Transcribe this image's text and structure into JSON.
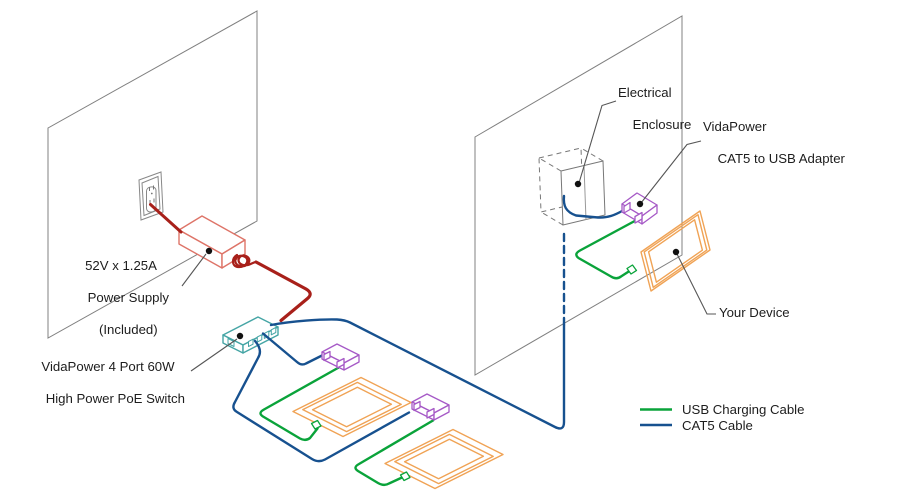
{
  "labels": {
    "power_supply": {
      "line1": "52V x 1.25A",
      "line2": "Power Supply",
      "line3": "(Included)"
    },
    "poe_switch": {
      "line1": "VidaPower 4 Port 60W",
      "line2": "High Power PoE Switch"
    },
    "enclosure": {
      "line1": "Electrical",
      "line2": "Enclosure"
    },
    "adapter": {
      "line1": "VidaPower",
      "line2": "CAT5 to USB Adapter"
    },
    "your_device": {
      "line1": "Your Device"
    }
  },
  "legend": {
    "items": [
      {
        "label": "USB Charging Cable",
        "color": "#0aa33a"
      },
      {
        "label": "CAT5 Cable",
        "color": "#17518f"
      }
    ]
  },
  "colors": {
    "cat5_blue": "#17518f",
    "usb_green": "#0aa33a",
    "power_red": "#a8201a",
    "power_supply_outline": "#de7468",
    "switch_teal": "#45a5a5",
    "adapter_purple": "#a659c6",
    "device_orange": "#f0a355",
    "wall_gray": "#808080",
    "leader_gray": "#555555",
    "text": "#1d1d1d"
  }
}
